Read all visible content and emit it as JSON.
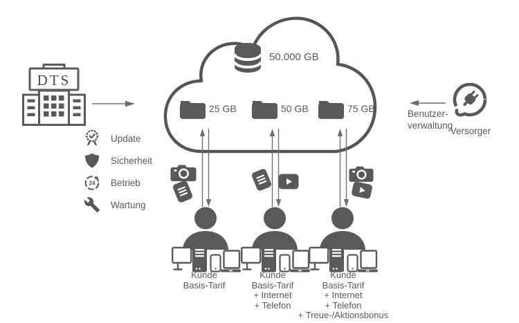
{
  "colors": {
    "primary": "#58595b",
    "text": "#595959",
    "arrow": "#6d6e70"
  },
  "provider": {
    "sign": "DTS"
  },
  "services": [
    {
      "label": "Update",
      "icon": "badge-check-icon"
    },
    {
      "label": "Sicherheit",
      "icon": "shield-icon"
    },
    {
      "label": "Betrieb",
      "icon": "24h-clock-icon",
      "icon_text": "24"
    },
    {
      "label": "Wartung",
      "icon": "wrench-icon"
    }
  ],
  "cloud": {
    "storage_total": "50.000 GB",
    "folders": [
      {
        "size": "25 GB"
      },
      {
        "size": "50 GB"
      },
      {
        "size": "75 GB"
      }
    ]
  },
  "user_management": {
    "line1": "Benutzer-",
    "line2": "verwaltung"
  },
  "supplier": {
    "label": "Versorger"
  },
  "customers": [
    {
      "media": [
        "camera",
        "notes"
      ],
      "lines": [
        "Kunde",
        "Basis-Tarif"
      ]
    },
    {
      "media": [
        "notes",
        "video"
      ],
      "lines": [
        "Kunde",
        "Basis-Tarif",
        "+ Internet",
        "+ Telefon"
      ]
    },
    {
      "media": [
        "camera",
        "video"
      ],
      "lines": [
        "Kunde",
        "Basis-Tarif",
        "+ Internet",
        "+ Telefon",
        "+ Treue-/Aktionsbonus"
      ]
    }
  ]
}
